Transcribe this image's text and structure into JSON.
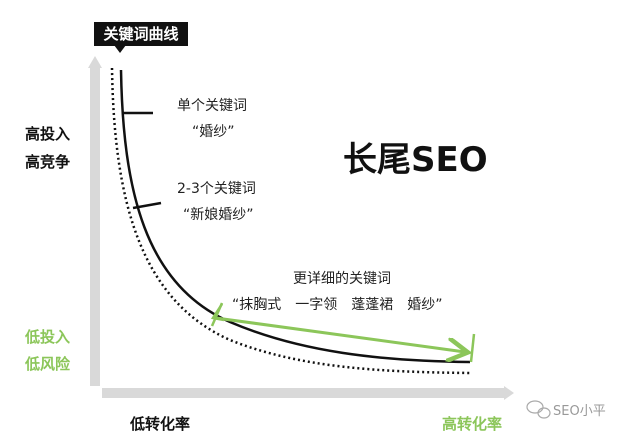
{
  "title": "关键词曲线",
  "main_label": "长尾SEO",
  "y_axis": {
    "top": [
      "高投入",
      "高竞争"
    ],
    "bottom": [
      "低投入",
      "低风险"
    ]
  },
  "x_axis": {
    "left": "低转化率",
    "right": "高转化率"
  },
  "annotations": {
    "single": {
      "heading": "单个关键词",
      "example": "“婚纱”"
    },
    "multi": {
      "heading": "2-3个关键词",
      "example": "“新娘婚纱”"
    },
    "detailed": {
      "heading": "更详细的关键词",
      "example": "“抹胸式　一字领　蓬蓬裙　婚纱”"
    }
  },
  "watermark": "SEO小平",
  "colors": {
    "accent": "#8cc65a",
    "axis": "#d9d9d9",
    "curve": "#111111"
  }
}
